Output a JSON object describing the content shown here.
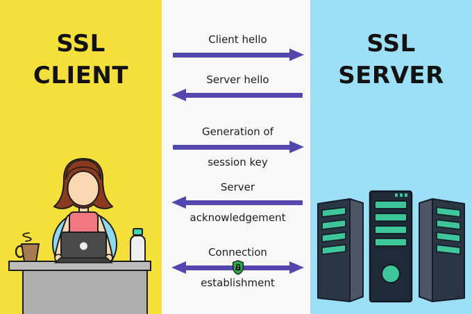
{
  "client": {
    "title_lines": [
      "SSL",
      "CLIENT"
    ],
    "illustration": "woman-working-on-laptop-at-desk"
  },
  "server": {
    "title_lines": [
      "SSL",
      "SERVER"
    ],
    "illustration": "three-server-towers"
  },
  "messages": [
    {
      "lines": [
        "Client hello"
      ],
      "direction": "right",
      "lock": false
    },
    {
      "lines": [
        "Server hello"
      ],
      "direction": "left",
      "lock": false
    },
    {
      "lines": [
        "Generation of",
        "session key"
      ],
      "direction": "right",
      "lock": false
    },
    {
      "lines": [
        "Server",
        "acknowledgement"
      ],
      "direction": "left",
      "lock": false
    },
    {
      "lines": [
        "Connection",
        "establishment"
      ],
      "direction": "both",
      "lock": true
    }
  ],
  "colors": {
    "client_bg": "#F5DF3B",
    "middle_bg": "#F8F8F8",
    "server_bg": "#9CDFF6",
    "arrow": "#5246AF",
    "text": "#1D1D1D",
    "shield_green": "#2BAD4E",
    "server_teal": "#3EC59A",
    "server_navy": "#2A3644"
  }
}
